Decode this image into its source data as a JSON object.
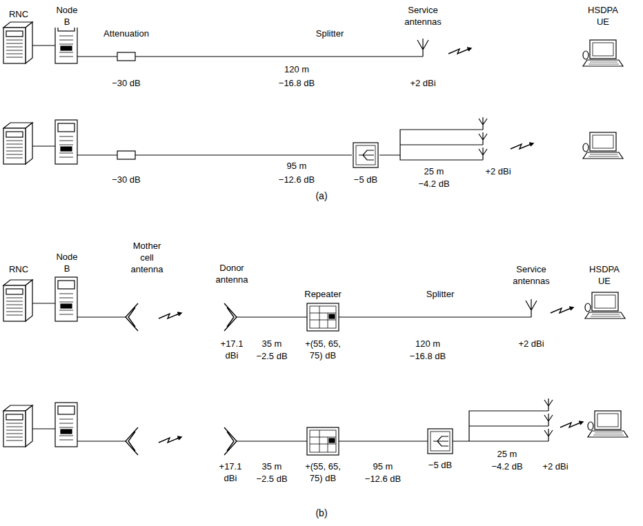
{
  "diagram": {
    "labels": [
      "RNC",
      "Node B",
      "Attenuation",
      "Splitter",
      "Service antennas",
      "HSDPA UE",
      "−30 dB",
      "120 m",
      "−16.8 dB",
      "+2 dBi",
      "−30 dB",
      "95 m",
      "−12.6 dB",
      "−5 dB",
      "25 m",
      "−4.2 dB",
      "+2 dBi",
      "(a)",
      "RNC",
      "Node B",
      "Mother cell antenna",
      "Donor antenna",
      "Repeater",
      "Splitter",
      "Service antennas",
      "HSDPA UE",
      "+17.1 dBi",
      "35 m",
      "−2.5 dB",
      "+(55, 65, 75) dB",
      "120 m",
      "−16.8 dB",
      "+2 dBi",
      "+17.1 dBi",
      "35 m",
      "−2.5 dB",
      "+(55, 65, 75) dB",
      "95 m",
      "−12.6 dB",
      "−5 dB",
      "25 m",
      "−4.2 dB",
      "+2 dBi",
      "(b)"
    ]
  }
}
